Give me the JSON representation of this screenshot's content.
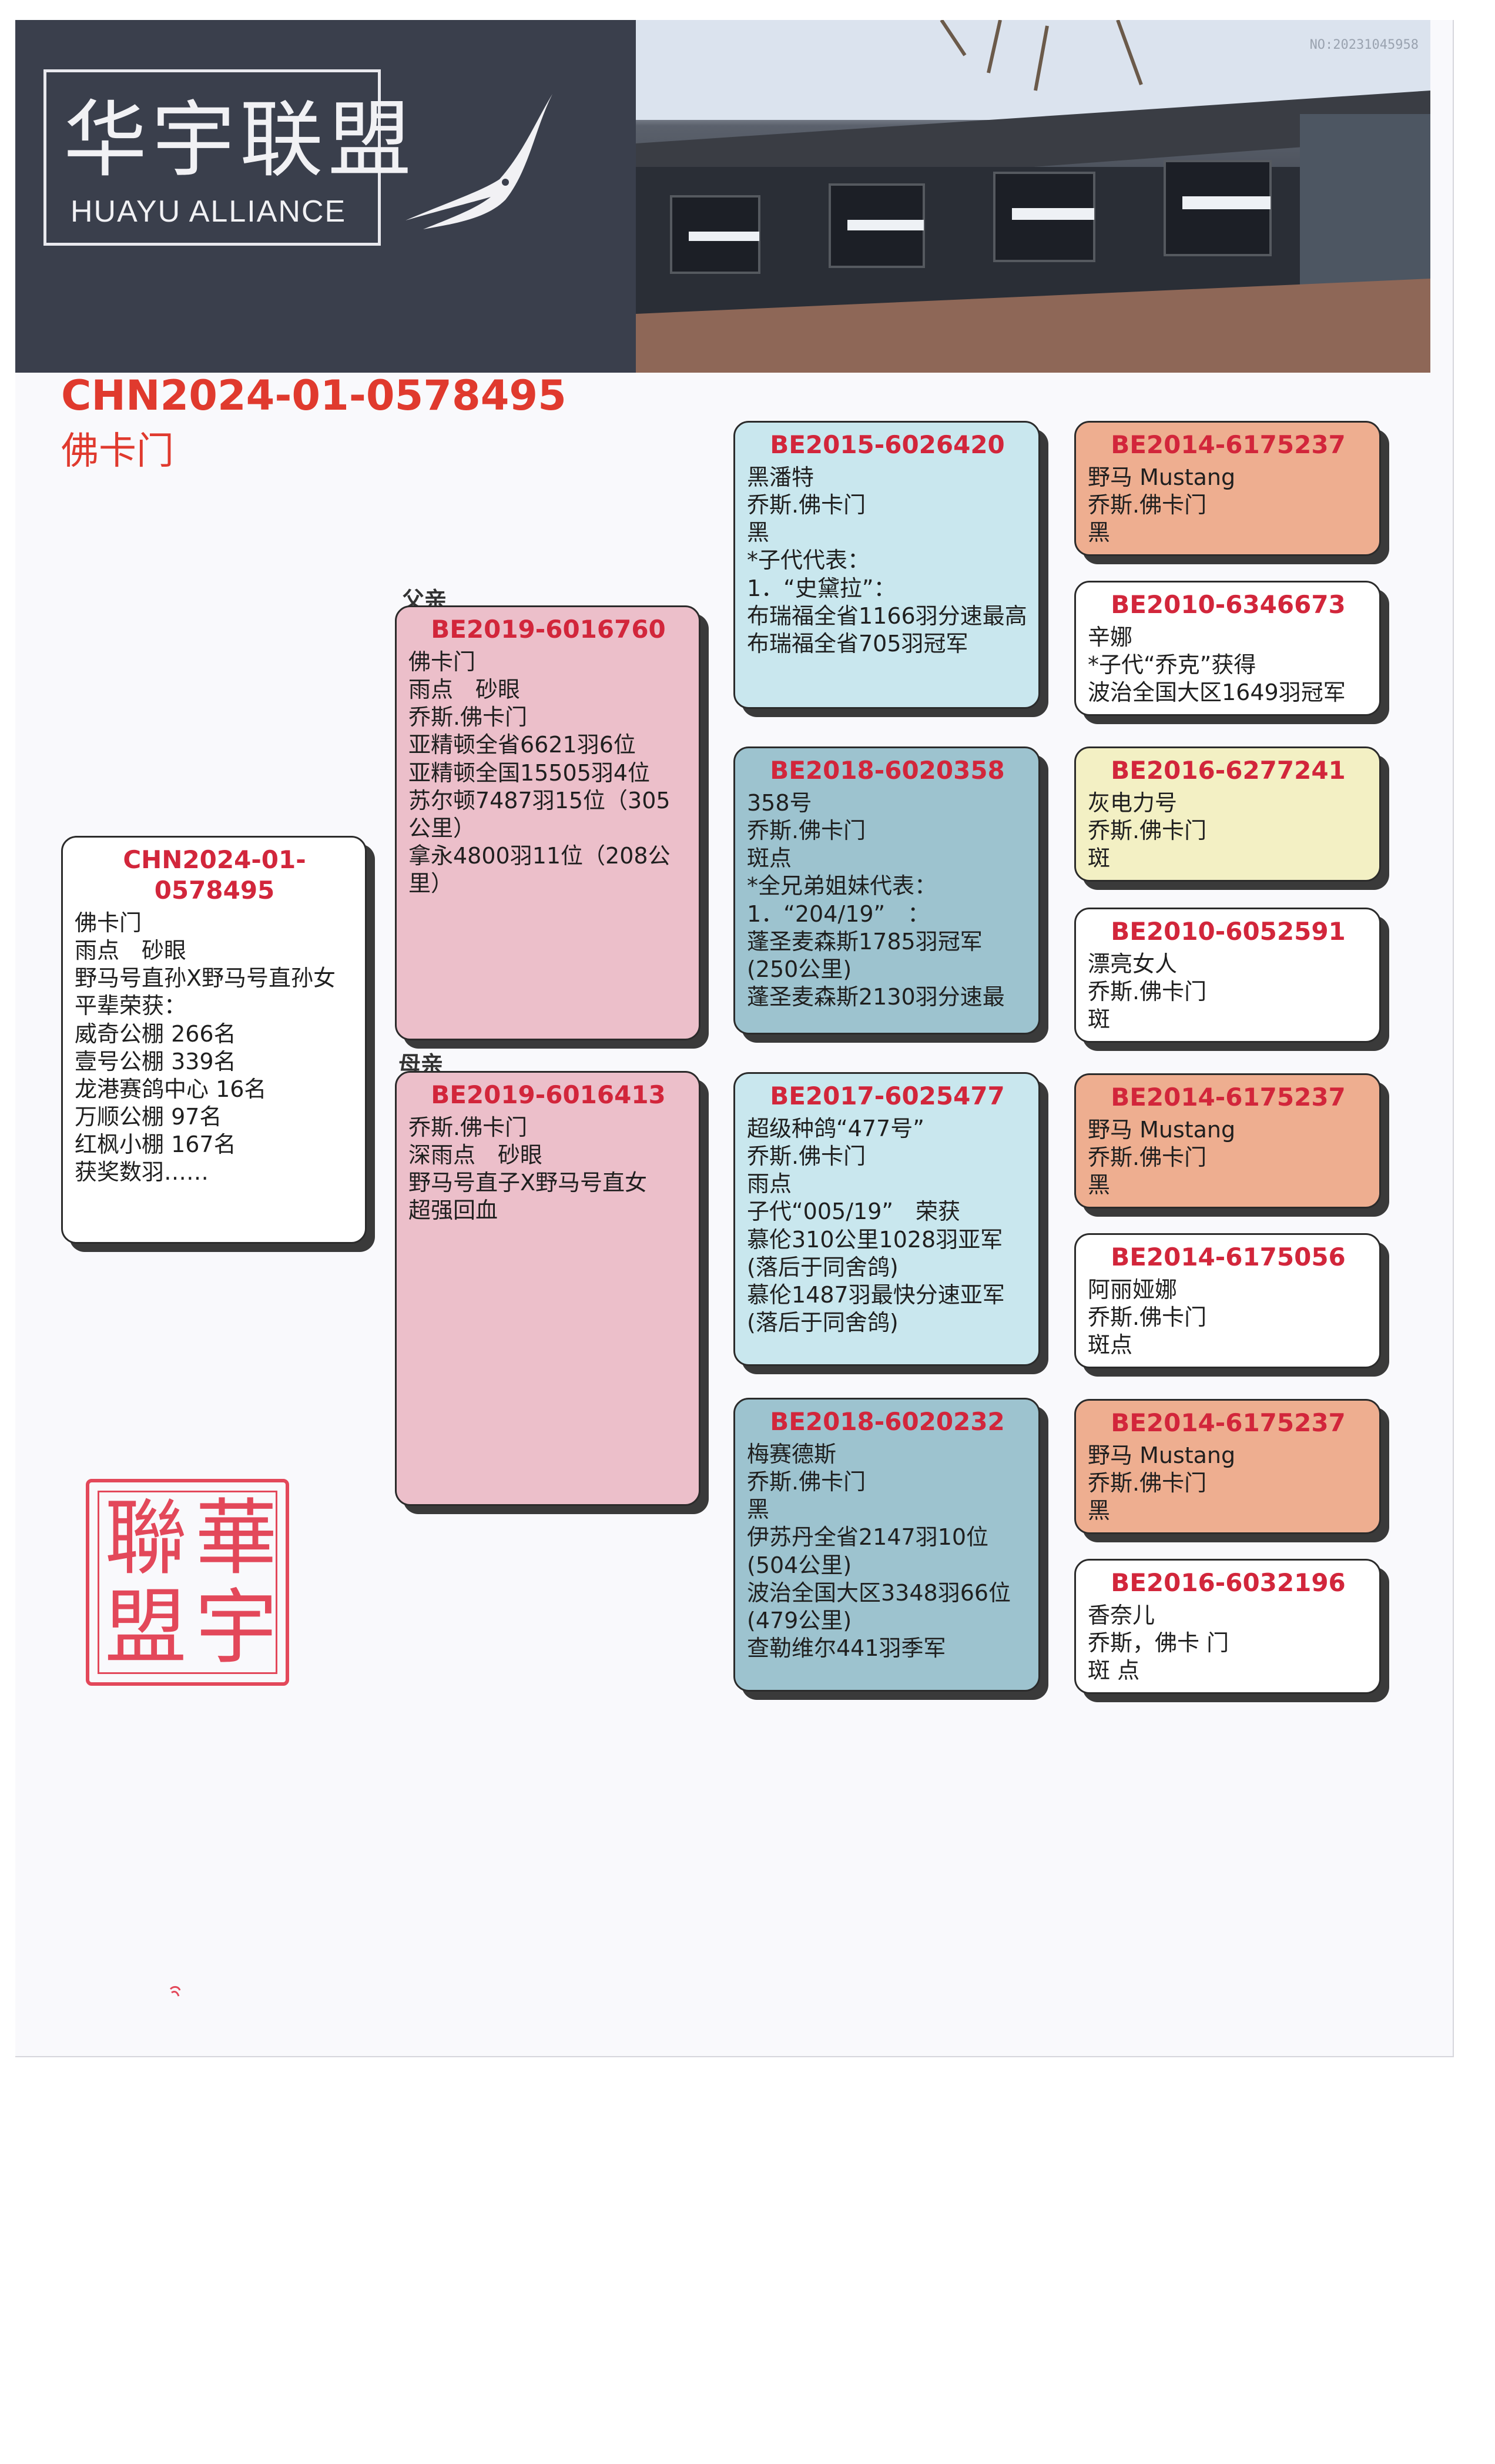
{
  "header": {
    "logo_cn": "华宇联盟",
    "logo_en": "HUAYU ALLIANCE",
    "serial": "NO:20231045958",
    "colors": {
      "banner": "#3a3f4c",
      "accent_red": "#e03a2e"
    }
  },
  "subject": {
    "ring": "CHN2024-01-0578495",
    "name": "佛卡门"
  },
  "labels": {
    "father": "父亲",
    "mother": "母亲"
  },
  "cards": {
    "self": {
      "ring": "CHN2024-01-0578495",
      "lines": [
        "佛卡门",
        "雨点　砂眼",
        "野马号直孙X野马号直孙女",
        "平辈荣获：",
        "威奇公棚 266名",
        "壹号公棚 339名",
        "龙港赛鸽中心 16名",
        "万顺公棚 97名",
        "红枫小棚 167名",
        "获奖数羽……"
      ]
    },
    "father": {
      "ring": "BE2019-6016760",
      "lines": [
        "佛卡门",
        "雨点　砂眼",
        "乔斯.佛卡门",
        "亚精顿全省6621羽6位",
        "亚精顿全国15505羽4位",
        "苏尔顿7487羽15位（305公里）",
        "拿永4800羽11位（208公里）"
      ]
    },
    "mother": {
      "ring": "BE2019-6016413",
      "lines": [
        "乔斯.佛卡门",
        "深雨点　砂眼",
        "野马号直子X野马号直女",
        "超强回血"
      ]
    },
    "ff": {
      "ring": "BE2015-6026420",
      "lines": [
        "黑潘特",
        "乔斯.佛卡门",
        "黑",
        "*子代代表：",
        "1．“史黛拉”：",
        "布瑞福全省1166羽分速最高",
        "布瑞福全省705羽冠军"
      ]
    },
    "fm": {
      "ring": "BE2018-6020358",
      "lines": [
        "358号",
        "乔斯.佛卡门",
        "斑点",
        "*全兄弟姐妹代表：",
        "1．“204/19”　：",
        "蓬圣麦森斯1785羽冠军(250公里)",
        "蓬圣麦森斯2130羽分速最"
      ]
    },
    "mf": {
      "ring": "BE2017-6025477",
      "lines": [
        "超级种鸽“477号”",
        "乔斯.佛卡门",
        "雨点",
        "子代“005/19”　荣获",
        "慕伦310公里1028羽亚军(落后于同舍鸽)",
        "慕伦1487羽最快分速亚军(落后于同舍鸽)"
      ]
    },
    "mm": {
      "ring": "BE2018-6020232",
      "lines": [
        "梅赛德斯",
        "乔斯.佛卡门",
        "黑",
        "伊苏丹全省2147羽10位(504公里)",
        "波治全国大区3348羽66位(479公里)",
        "查勒维尔441羽季军"
      ]
    },
    "fff": {
      "ring": "BE2014-6175237",
      "lines": [
        "野马 Mustang",
        "乔斯.佛卡门",
        "黑"
      ]
    },
    "ffm": {
      "ring": "BE2010-6346673",
      "lines": [
        "辛娜",
        "*子代“乔克”获得",
        "波治全国大区1649羽冠军"
      ]
    },
    "fmf": {
      "ring": "BE2016-6277241",
      "lines": [
        "灰电力号",
        "乔斯.佛卡门",
        "斑"
      ]
    },
    "fmm": {
      "ring": "BE2010-6052591",
      "lines": [
        "漂亮女人",
        "乔斯.佛卡门",
        "斑"
      ]
    },
    "mff": {
      "ring": "BE2014-6175237",
      "lines": [
        "野马 Mustang",
        "乔斯.佛卡门",
        "黑"
      ]
    },
    "mfm": {
      "ring": "BE2014-6175056",
      "lines": [
        "阿丽娅娜",
        "乔斯.佛卡门",
        "斑点"
      ]
    },
    "mmf": {
      "ring": "BE2014-6175237",
      "lines": [
        "野马 Mustang",
        "乔斯.佛卡门",
        "黑"
      ]
    },
    "mmm": {
      "ring": "BE2016-6032196",
      "lines": [
        "香奈儿",
        "乔斯，佛卡 门",
        "斑 点"
      ]
    }
  },
  "stamp": {
    "chars": [
      "華",
      "宇",
      "聯",
      "盟"
    ]
  }
}
